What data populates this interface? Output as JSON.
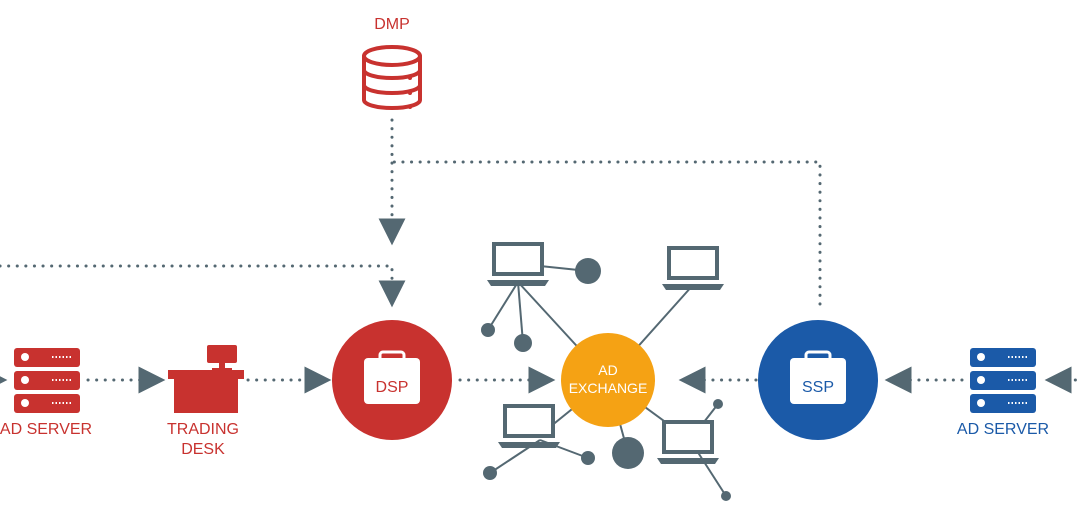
{
  "colors": {
    "red": "#c8322f",
    "blue": "#1b5aa8",
    "orange": "#f5a214",
    "slate": "#546872"
  },
  "labels": {
    "dmp": "DMP",
    "ad_server_left": "AD SERVER",
    "trading_desk_line1": "TRADING",
    "trading_desk_line2": "DESK",
    "dsp": "DSP",
    "ad_exchange_line1": "AD",
    "ad_exchange_line2": "EXCHANGE",
    "ssp": "SSP",
    "ad_server_right": "AD SERVER"
  },
  "icons": {
    "dmp": "database-icon",
    "ad_server": "server-rack-icon",
    "trading_desk": "desk-with-monitor-icon",
    "dsp": "briefcase-icon",
    "ssp": "briefcase-icon",
    "publisher": "laptop-icon"
  }
}
